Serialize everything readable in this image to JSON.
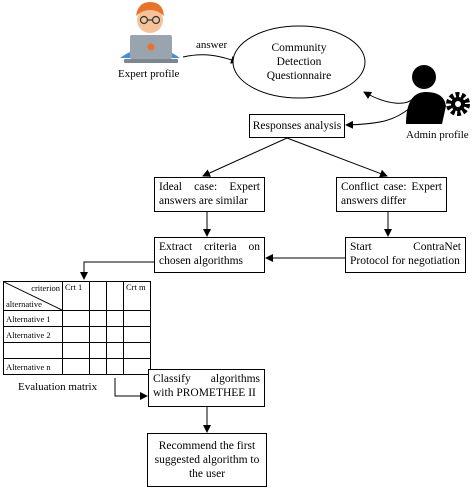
{
  "nodes": {
    "expert_profile": "Expert profile",
    "answer": "answer",
    "questionnaire": [
      "Community",
      "Detection",
      "Questionnaire"
    ],
    "admin_profile": "Admin profile",
    "responses_analysis": "Responses analysis",
    "ideal_case": "Ideal case: Expert answers are similar",
    "conflict_case": "Conflict case: Expert answers differ",
    "extract_criteria": "Extract criteria on chosen algorithms",
    "contranet": "Start ContraNet Protocol for negotiation",
    "classify": "Classify algorithms with PROMETHEE II",
    "recommend": "Recommend the first suggested algorithm to the user"
  },
  "matrix": {
    "criterion": "criterion",
    "alternative": "alternative",
    "columns": [
      "Crt 1",
      "",
      "",
      "Crt m"
    ],
    "rows": [
      "Alternative 1",
      "Alternative 2",
      "",
      "Alternative n"
    ],
    "caption": "Evaluation matrix"
  },
  "colors": {
    "skin": "#f6c29a",
    "hair": "#e8732a",
    "laptop": "#9aa4ae",
    "shirt": "#4a8fd6",
    "admin": "#000000"
  }
}
